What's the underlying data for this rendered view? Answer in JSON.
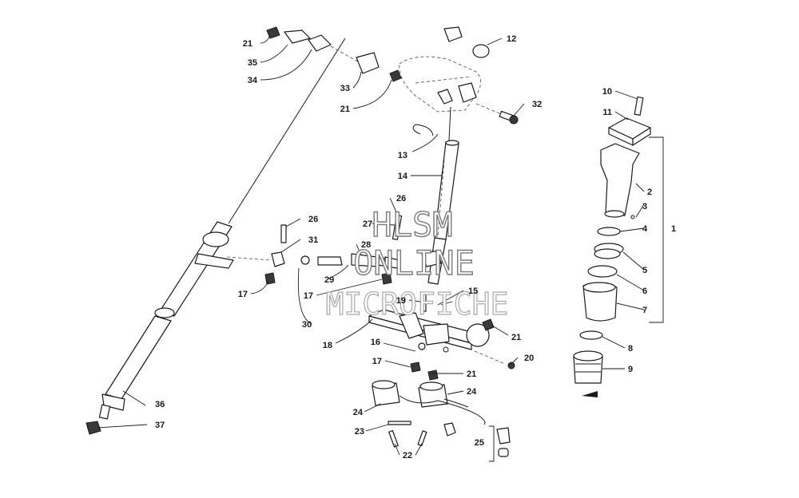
{
  "watermark": {
    "line1": "HLSM",
    "line2": "ONLINE",
    "line3": "MICROFICHE"
  },
  "callouts": {
    "c1": "1",
    "c2": "2",
    "c3": "3",
    "c4": "4",
    "c5": "5",
    "c6": "6",
    "c7": "7",
    "c8": "8",
    "c9": "9",
    "c10": "10",
    "c11": "11",
    "c12": "12",
    "c13": "13",
    "c14": "14",
    "c15": "15",
    "c16": "16",
    "c17a": "17",
    "c17b": "17",
    "c17c": "17",
    "c18": "18",
    "c19": "19",
    "c20": "20",
    "c21a": "21",
    "c21b": "21",
    "c21c": "21",
    "c21d": "21",
    "c22": "22",
    "c23": "23",
    "c24a": "24",
    "c24b": "24",
    "c25": "25",
    "c26a": "26",
    "c26b": "26",
    "c27": "27",
    "c28": "28",
    "c29": "29",
    "c30": "30",
    "c31": "31",
    "c32": "32",
    "c33": "33",
    "c34": "34",
    "c35": "35",
    "c36": "36",
    "c37": "37"
  },
  "colors": {
    "ink": "#1a1a1a",
    "paper": "#ffffff",
    "watermark_outline": "#7a7a7a"
  }
}
